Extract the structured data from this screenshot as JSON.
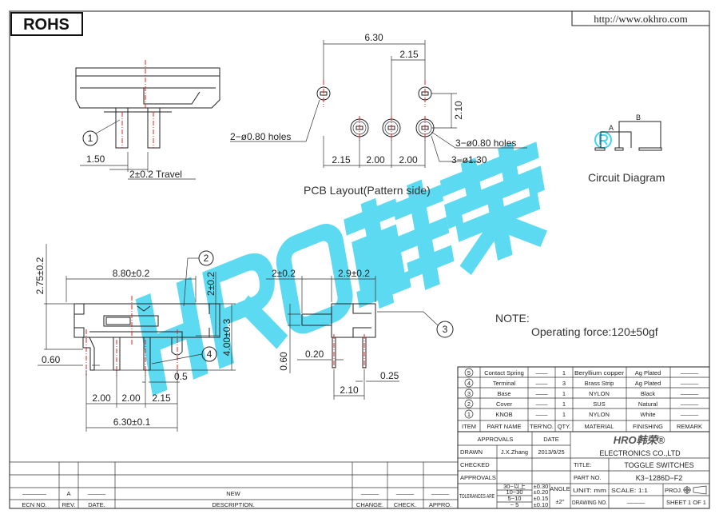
{
  "header": {
    "rohs": "ROHS",
    "url": "http://www.okhro.com"
  },
  "watermark": {
    "text": "HRO韩荣",
    "registered": "®",
    "color": "#3fd4ee"
  },
  "top_view": {
    "balloon_1": "1",
    "dim_150": "1.50",
    "dim_travel": "2±0.2 Travel"
  },
  "pcb_layout": {
    "title": "PCB Layout(Pattern side)",
    "dim_630": "6.30",
    "dim_215_top": "2.15",
    "dim_210": "2.10",
    "dim_215": "2.15",
    "dim_200a": "2.00",
    "dim_200b": "2.00",
    "holes_2": "2−ø0.80 holes",
    "holes_3": "3−ø0.80 holes",
    "holes_130": "3−ø1.30"
  },
  "circuit": {
    "title": "Circuit Diagram",
    "label_a": "A",
    "label_b": "B"
  },
  "front_view": {
    "dim_880": "8.80±0.2",
    "dim_275": "2.75±0.2",
    "dim_2": "2±0.2",
    "dim_400": "4.00±0.3",
    "dim_060": "0.60",
    "dim_05": "0.5",
    "dim_200a": "2.00",
    "dim_200b": "2.00",
    "dim_215": "2.15",
    "dim_630": "6.30±0.1",
    "balloon_2": "2",
    "balloon_4": "4"
  },
  "side_view": {
    "dim_2": "2±0.2",
    "dim_29": "2.9±0.2",
    "dim_060": "0.60",
    "dim_020": "0.20",
    "dim_025": "0.25",
    "dim_210": "2.10",
    "balloon_3": "3"
  },
  "note": {
    "title": "NOTE:",
    "text": "Operating force:120±50gf"
  },
  "bom": {
    "rows": [
      {
        "item": "5",
        "part": "Contact Spring",
        "ter": "——",
        "qty": "1",
        "material": "Beryllium copper",
        "finishing": "Ag Plated",
        "remark": "———"
      },
      {
        "item": "4",
        "part": "Terminal",
        "ter": "——",
        "qty": "3",
        "material": "Brass Strip",
        "finishing": "Ag Plated",
        "remark": "———"
      },
      {
        "item": "3",
        "part": "Base",
        "ter": "——",
        "qty": "1",
        "material": "NYLON",
        "finishing": "Black",
        "remark": "———"
      },
      {
        "item": "2",
        "part": "Cover",
        "ter": "——",
        "qty": "1",
        "material": "SUS",
        "finishing": "Natural",
        "remark": "———"
      },
      {
        "item": "1",
        "part": "KNOB",
        "ter": "——",
        "qty": "1",
        "material": "NYLON",
        "finishing": "White",
        "remark": "———"
      }
    ],
    "headers": {
      "item": "ITEM",
      "part": "PART NAME",
      "ter": "TER'NO.",
      "qty": "QTY.",
      "material": "MATERIAL",
      "finishing": "FINISHING",
      "remark": "REMARK"
    }
  },
  "title_block": {
    "approvals_h": "APPROVALS",
    "date_h": "DATE",
    "drawn": "DRAWN",
    "drawn_by": "J.X.Zhang",
    "drawn_date": "2013/9/25",
    "checked": "CHECKED",
    "approvals": "APPROVALS",
    "tolerances": "TOLERANCES ARE",
    "tol_ranges": [
      "30~以上",
      "10~30",
      "5~10",
      "~ 5"
    ],
    "tol_values": [
      "±0.30",
      "±0.20",
      "±0.15",
      "±0.10"
    ],
    "angle": "ANGLE",
    "angle_val": "±2°",
    "company_logo": "HRO韩荣®",
    "company": "ELECTRONICS  CO.,LTD",
    "title_label": "TITLE:",
    "title": "TOGGLE  SWITCHES",
    "part_no_label": "PART NO.",
    "part_no": "K3−1286D−F2",
    "unit": "UNIT:  mm",
    "scale": "SCALE:  1:1",
    "proj": "PROJ.",
    "drawing_no_label": "DRAWING NO.",
    "drawing_no": "———",
    "sheet": "SHEET  1  OF  1"
  },
  "revision": {
    "row": {
      "ecn": "————",
      "rev": "A",
      "date": "———",
      "desc": "NEW",
      "change": "———",
      "check": "———",
      "appro": "———"
    },
    "headers": {
      "ecn": "ECN  NO.",
      "rev": "REV.",
      "date": "DATE.",
      "desc": "DESCRIPTION.",
      "change": "CHANGE.",
      "check": "CHECK.",
      "appro": "APPRO."
    }
  }
}
